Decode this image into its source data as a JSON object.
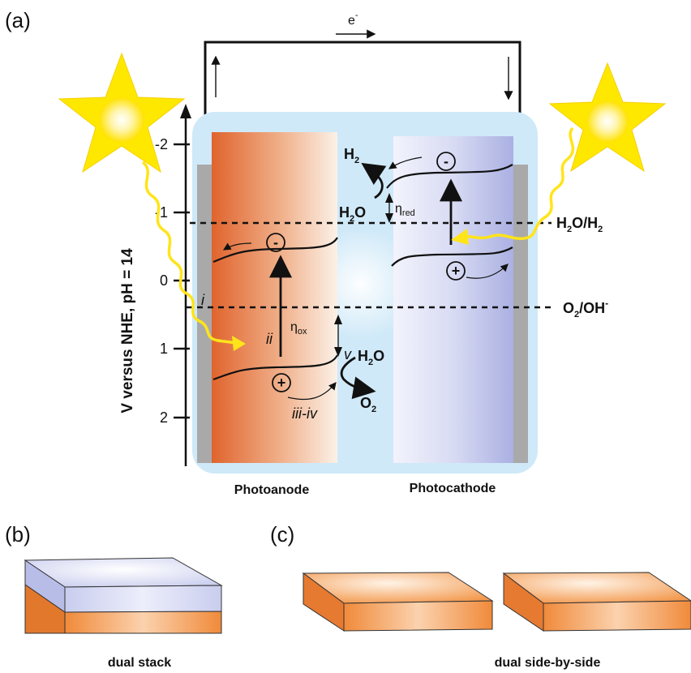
{
  "panels": {
    "a": "(a)",
    "b": "(b)",
    "c": "(c)"
  },
  "electron_flow": {
    "label": "e",
    "superscript": "-"
  },
  "axis": {
    "title": "V versus NHE, pH = 14",
    "ticks": [
      "-2",
      "-1",
      "0",
      "1",
      "2"
    ]
  },
  "levels": {
    "h2o_h2": {
      "main": "H",
      "sub1": "2",
      "mid": "O/H",
      "sub2": "2"
    },
    "o2_oh": {
      "main": "O",
      "sub1": "2",
      "mid": "/OH",
      "sup": "-"
    }
  },
  "photoanode": {
    "label": "Photoanode",
    "electron": "-",
    "hole": "+",
    "steps": {
      "i": "i",
      "ii": "ii",
      "iii_iv": "iii-iv",
      "v": "v"
    },
    "overpotential": {
      "symbol": "η",
      "sub": "ox"
    },
    "reactant": {
      "main": "H",
      "sub": "2",
      "end": "O"
    },
    "product": {
      "main": "O",
      "sub": "2"
    }
  },
  "photocathode": {
    "label": "Photocathode",
    "electron": "-",
    "hole": "+",
    "overpotential": {
      "symbol": "η",
      "sub": "red"
    },
    "reactant": {
      "main": "H",
      "sub": "2",
      "end": "O"
    },
    "product": {
      "main": "H",
      "sub": "2"
    }
  },
  "configurations": {
    "b_caption": "dual stack",
    "c_caption": "dual side-by-side"
  },
  "colors": {
    "electrolyte": "#cfe9f8",
    "photoanode_dark": "#e26a35",
    "photoanode_light": "#fbece0",
    "photocathode_dark": "#b3b8e6",
    "photocathode_light": "#eef0fb",
    "electrode_contact": "#a9a9a9",
    "light_ray": "#ffe41a",
    "sun_rays": "#ffe800",
    "slab_orange": "#f08a3a",
    "slab_lavender": "#cfd3ef"
  }
}
